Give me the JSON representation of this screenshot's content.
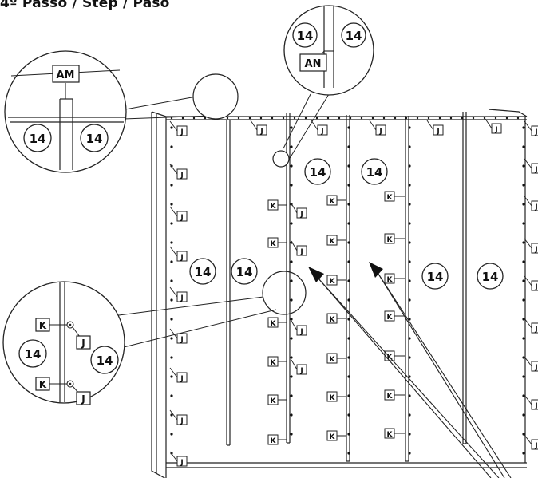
{
  "title": "4º Passo / Step / Paso",
  "labels": {
    "part_number": "14",
    "part_am": "AM",
    "part_an": "AN",
    "part_j": "J",
    "part_k": "K"
  }
}
